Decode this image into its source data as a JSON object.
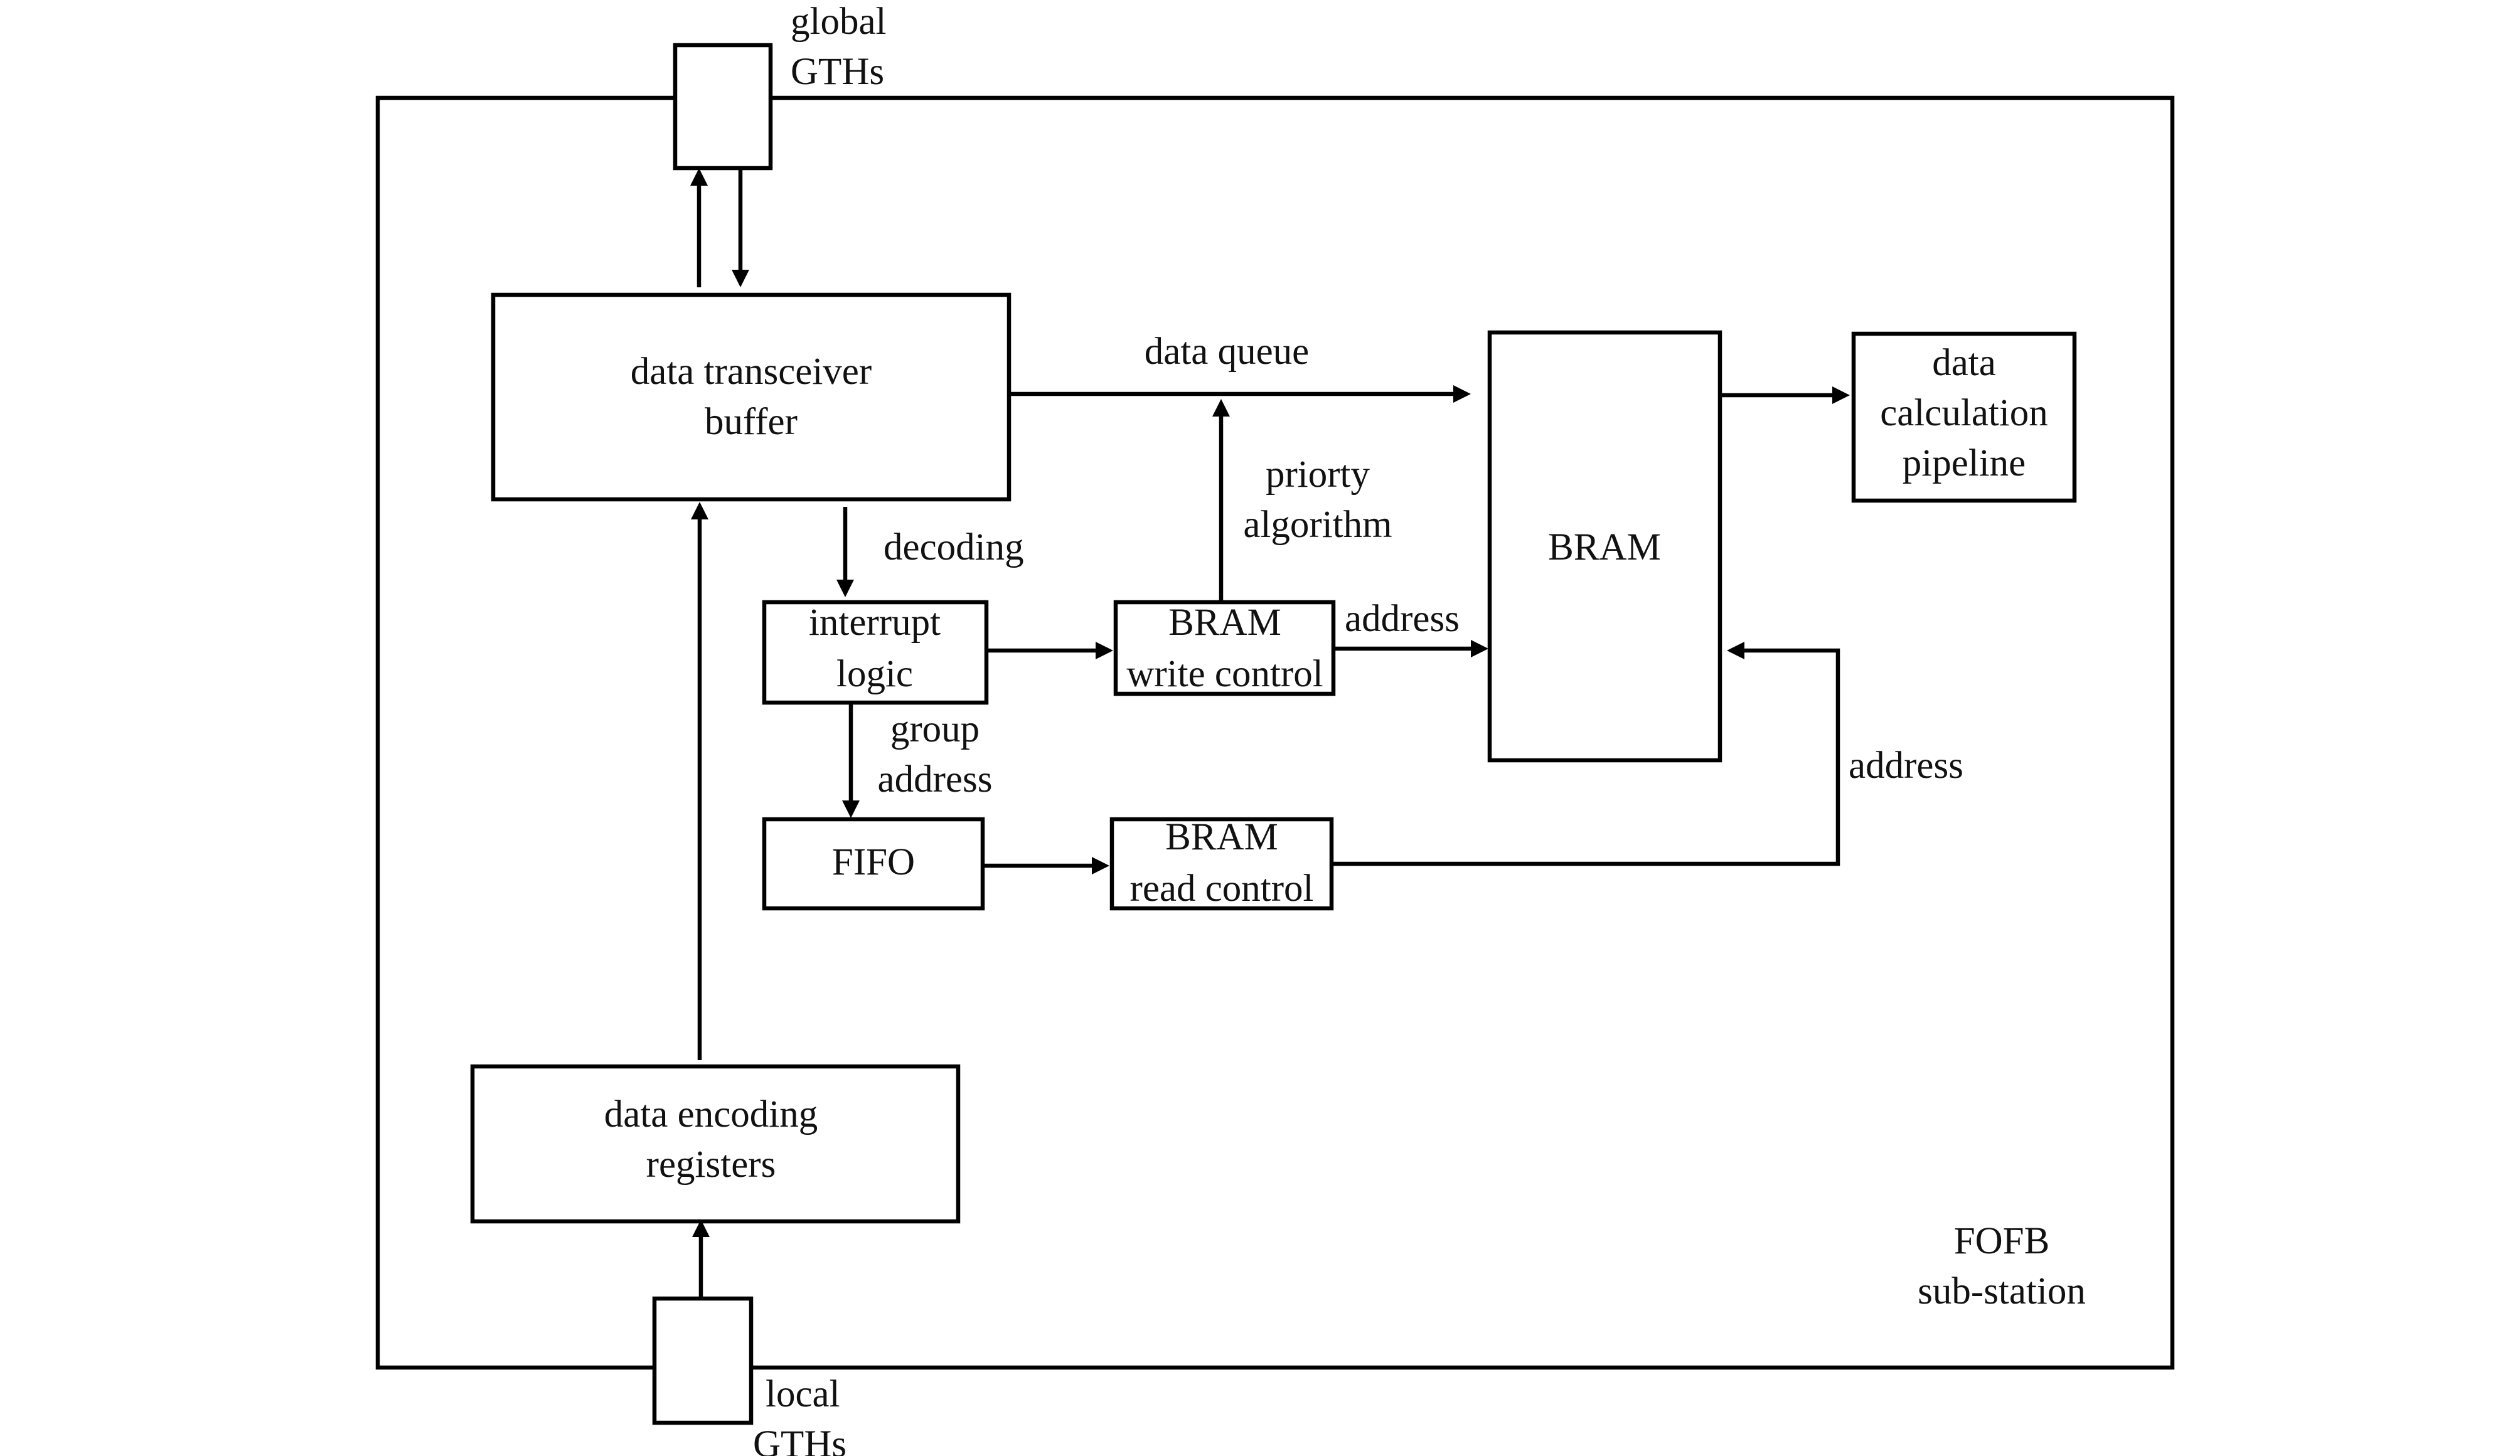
{
  "labels": {
    "global_gths": [
      "global",
      "GTHs"
    ],
    "local_gths": [
      "local",
      "GTHs"
    ],
    "transceiver": [
      "data transceiver",
      "buffer"
    ],
    "data_queue": "data queue",
    "bram": "BRAM",
    "calc": [
      "data",
      "calculation",
      "pipeline"
    ],
    "decoding": "decoding",
    "priority": [
      "priorty",
      "algorithm"
    ],
    "interrupt": [
      "interrupt",
      "logic"
    ],
    "write_ctrl": [
      "BRAM",
      "write control"
    ],
    "write_address": "address",
    "group_address": [
      "group",
      "address"
    ],
    "fifo": "FIFO",
    "read_ctrl": [
      "BRAM",
      "read control"
    ],
    "read_address": "address",
    "encoding": [
      "data encoding",
      "registers"
    ],
    "substation": [
      "FOFB",
      "sub-station"
    ]
  },
  "colors": {
    "stroke": "#000000",
    "text": "#111111",
    "background": "#ffffff"
  }
}
